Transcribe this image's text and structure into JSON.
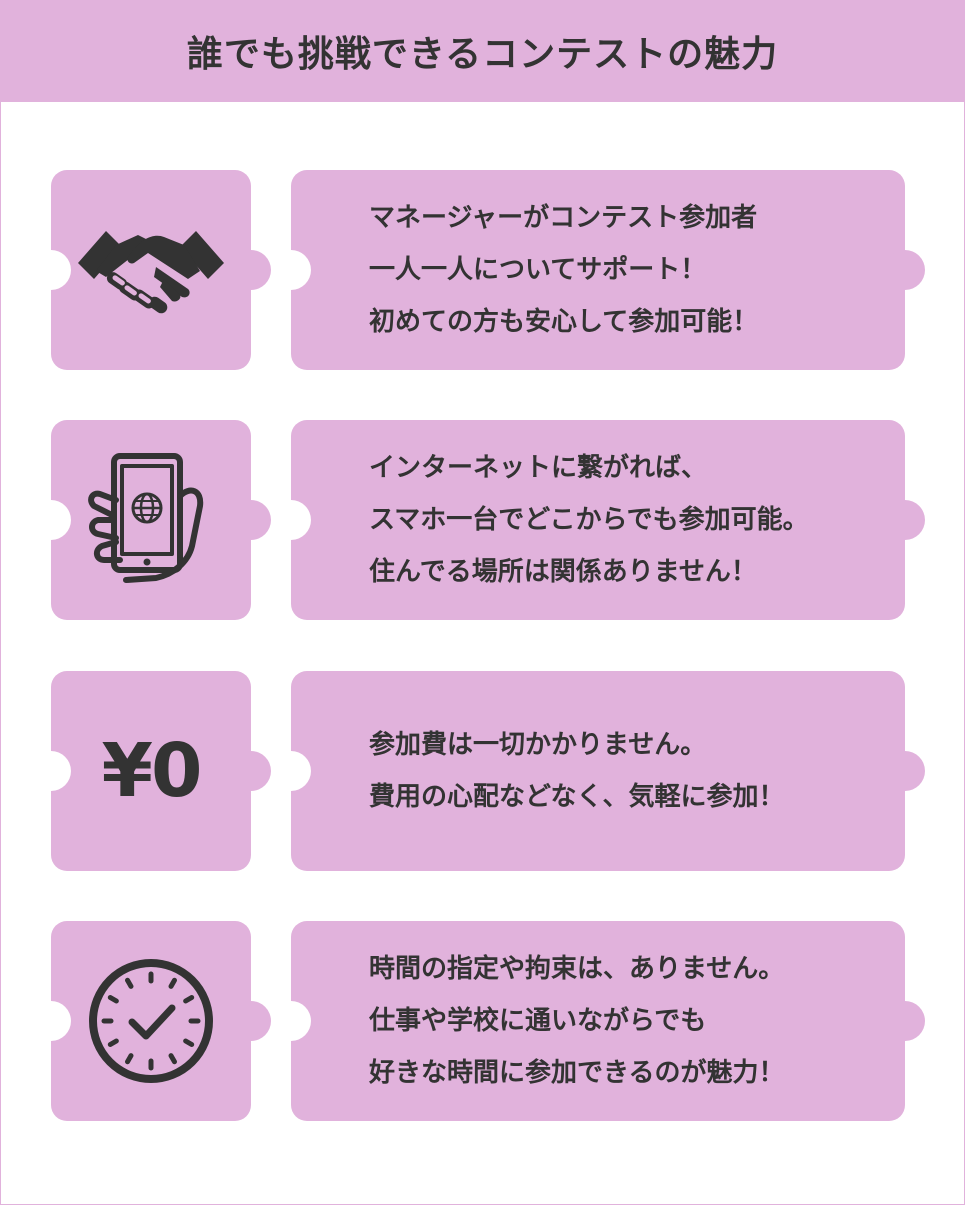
{
  "header": {
    "title": "誰でも挑戦できるコンテストの魅力"
  },
  "features": [
    {
      "icon": "handshake-icon",
      "lines": [
        "マネージャーがコンテスト参加者",
        "一人一人についてサポート！",
        "初めての方も安心して参加可能！"
      ]
    },
    {
      "icon": "smartphone-globe-icon",
      "lines": [
        "インターネットに繋がれば、",
        "スマホ一台でどこからでも参加可能。",
        "住んでる場所は関係ありません！"
      ]
    },
    {
      "icon": "yen-zero-icon",
      "icon_text": "¥0",
      "lines": [
        "参加費は一切かかりません。",
        "費用の心配などなく、気軽に参加！"
      ]
    },
    {
      "icon": "clock-icon",
      "lines": [
        "時間の指定や拘束は、ありません。",
        "仕事や学校に通いながらでも",
        "好きな時間に参加できるのが魅力！"
      ]
    }
  ],
  "colors": {
    "accent": "#e1b2dc",
    "text": "#333333",
    "background": "#ffffff"
  }
}
